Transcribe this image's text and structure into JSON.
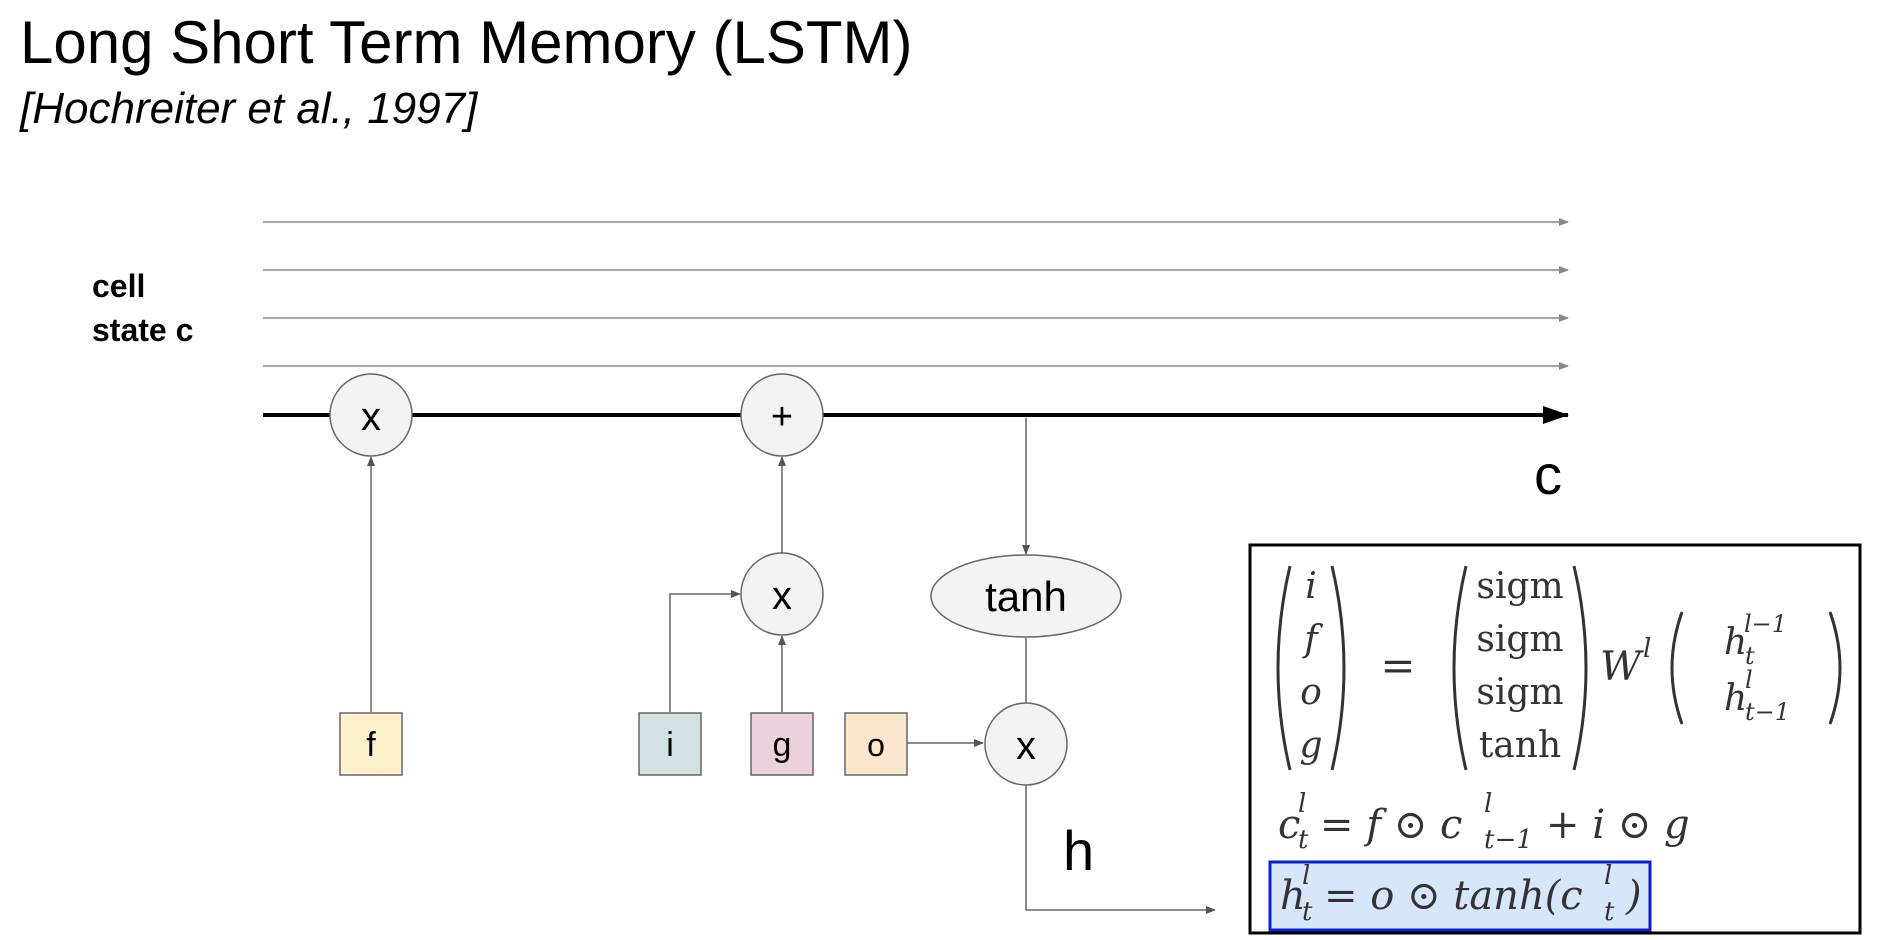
{
  "header": {
    "title": "Long Short Term Memory (LSTM)",
    "citation": "[Hochreiter et al., 1997]"
  },
  "diagram": {
    "cell_label_line1": "cell",
    "cell_label_line2": "state c",
    "c_label": "c",
    "h_label": "h",
    "ops": {
      "forget_mult": "x",
      "add": "+",
      "input_mult": "x",
      "output_mult": "x",
      "tanh": "tanh"
    },
    "gates": {
      "f": "f",
      "i": "i",
      "g": "g",
      "o": "o"
    },
    "gate_colors": {
      "f": "#fdf2cc",
      "i": "#d0e0e3",
      "g": "#ead1dc",
      "o": "#fce5cd"
    }
  },
  "equations": {
    "lhs": [
      "i",
      "f",
      "o",
      "g"
    ],
    "equals": "=",
    "activations": [
      "sigm",
      "sigm",
      "sigm",
      "tanh"
    ],
    "weight": "W",
    "weight_sup": "l",
    "h_top": "h",
    "h_top_sub": "t",
    "h_top_sup": "l−1",
    "h_bot": "h",
    "h_bot_sub": "t−1",
    "h_bot_sup": "l",
    "cell_eq": "c",
    "cell_eq_sub": "t",
    "cell_eq_sup": "l",
    "cell_eq_rhs": "= f ⊙ c",
    "cell_eq_rhs_sub": "t−1",
    "cell_eq_rhs_sup": "l",
    "cell_eq_tail": "+ i ⊙ g",
    "hidden_eq": "h",
    "hidden_eq_sub": "t",
    "hidden_eq_sup": "l",
    "hidden_eq_rhs": "= o ⊙ tanh(c",
    "hidden_eq_rhs_sub": "t",
    "hidden_eq_rhs_sup": "l",
    "hidden_eq_close": ")",
    "highlight_color": "#d6e6fb",
    "highlight_border": "#0b1fd6"
  }
}
